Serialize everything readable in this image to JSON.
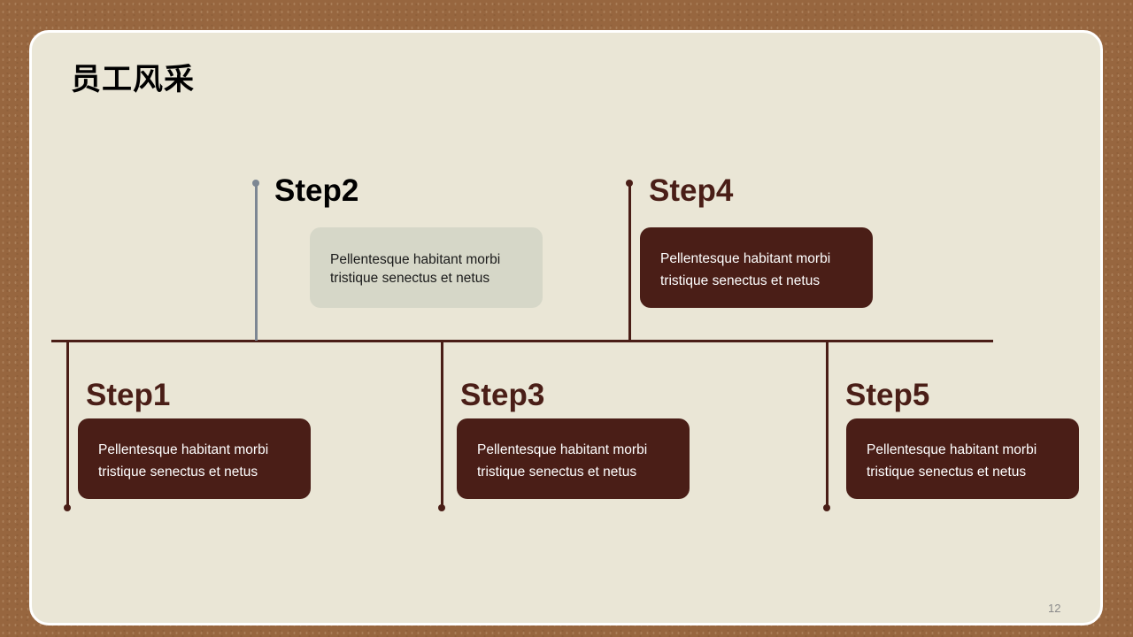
{
  "slide": {
    "title": "员工风采",
    "page_number": "12"
  },
  "steps": [
    {
      "label": "Step1",
      "text": "Pellentesque habitant morbi tristique senectus et netus"
    },
    {
      "label": "Step2",
      "text": "Pellentesque habitant morbi tristique senectus et netus"
    },
    {
      "label": "Step3",
      "text": "Pellentesque habitant morbi tristique senectus et netus"
    },
    {
      "label": "Step4",
      "text": "Pellentesque habitant morbi tristique senectus et netus"
    },
    {
      "label": "Step5",
      "text": "Pellentesque habitant morbi tristique senectus et netus"
    }
  ],
  "colors": {
    "background": "#97663f",
    "card": "#eae6d6",
    "accent_dark": "#4a1e17",
    "accent_grey": "#7d8793",
    "light_box": "#d6d7c8"
  }
}
